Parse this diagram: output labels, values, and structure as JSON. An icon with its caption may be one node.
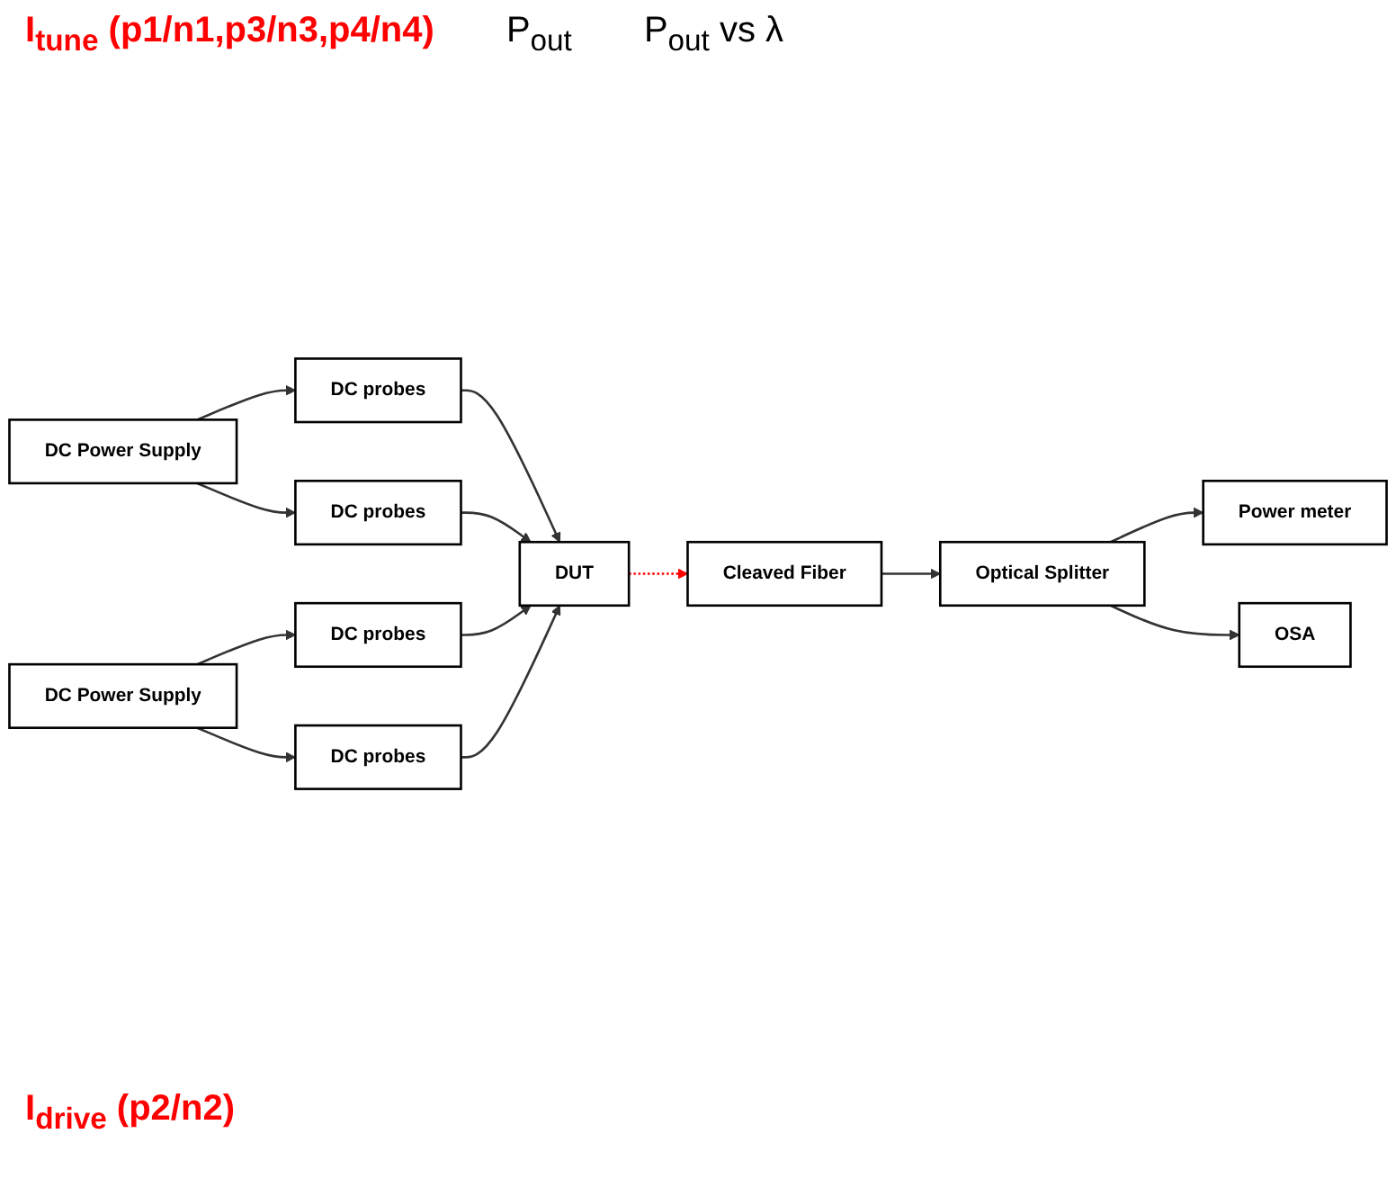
{
  "diagram": {
    "nodes": [
      {
        "text": [
          "DC Power Supply"
        ]
      },
      {
        "text": [
          "DC probes"
        ]
      },
      {
        "text": [
          "DC probes"
        ]
      },
      {
        "text": [
          "DUT"
        ]
      },
      {
        "text": [
          "Cleaved Fiber"
        ]
      },
      {
        "text": [
          "Optical Splitter"
        ]
      },
      {
        "text": [
          "Power meter"
        ]
      },
      {
        "text": [
          "OSA"
        ]
      },
      {
        "text": [
          "DC probes"
        ]
      },
      {
        "text": [
          "DC probes"
        ]
      },
      {
        "text": [
          "DC Power Supply"
        ]
      }
    ],
    "edges": [
      {
        "from": 0,
        "to": 1,
        "arrow": "to"
      },
      {
        "from": 0,
        "to": 2,
        "arrow": "to"
      },
      {
        "from": 1,
        "to": 3,
        "arrow": "to"
      },
      {
        "from": 2,
        "to": 3,
        "arrow": "to"
      },
      {
        "from": 3,
        "to": 4,
        "arrow": "to",
        "style": "dashed",
        "color": "#ff0000"
      },
      {
        "from": 4,
        "to": 5,
        "arrow": "to"
      },
      {
        "from": 5,
        "to": 6,
        "arrow": "to"
      },
      {
        "from": 5,
        "to": 7,
        "arrow": "to"
      },
      {
        "from": 10,
        "to": 8,
        "arrow": "to"
      },
      {
        "from": 10,
        "to": 9,
        "arrow": "to"
      },
      {
        "from": 8,
        "to": 3,
        "arrow": "to"
      },
      {
        "from": 9,
        "to": 3,
        "arrow": "to"
      }
    ],
    "labels": [
      "I$_{tune}$ (p1/n1,p3/n3,p4/n4)",
      "P$_{out}$",
      "P$_{out}$ vs λ",
      "I$_{drive}$ (p2/n2)"
    ]
  }
}
